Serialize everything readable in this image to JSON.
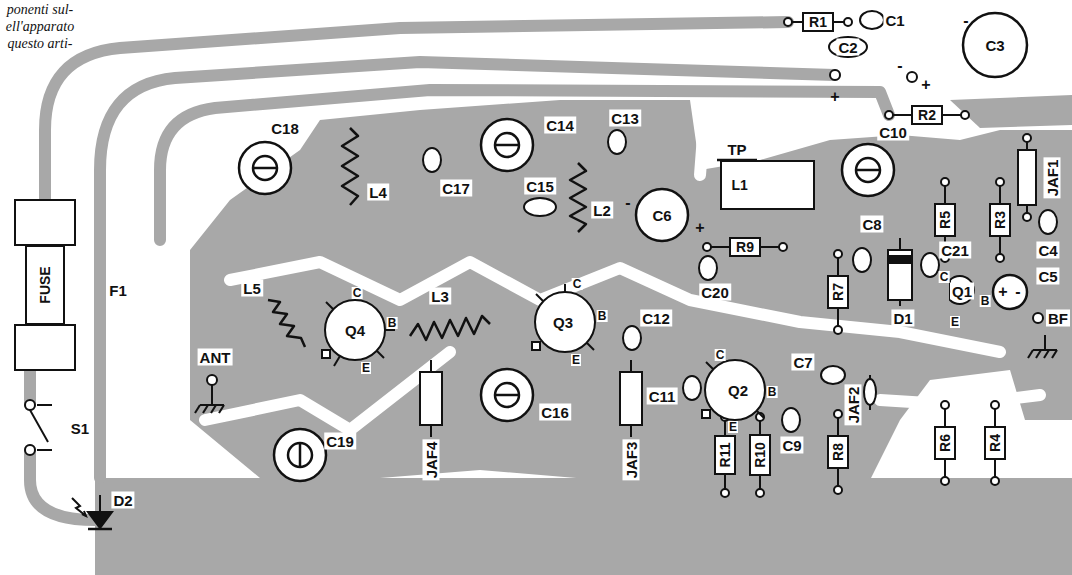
{
  "diagram": {
    "nodes": [
      {
        "text": [
          "R1"
        ]
      },
      {
        "text": [
          "R2"
        ]
      },
      {
        "text": [
          "L1"
        ]
      },
      {
        "text": [
          "R9"
        ]
      },
      {
        "text": [
          "R5"
        ]
      },
      {
        "text": [
          "R3"
        ]
      },
      {
        "text": [
          "R7"
        ]
      },
      {
        "text": [
          "FUSE"
        ]
      },
      {
        "text": [
          "R11"
        ]
      },
      {
        "text": [
          "R10"
        ]
      },
      {
        "text": [
          "R8"
        ]
      },
      {
        "text": [
          "R6"
        ]
      },
      {
        "text": [
          "R4"
        ]
      }
    ],
    "labels": [
      "ponenti sul-",
      "ell'apparato",
      "questo arti-",
      "C1",
      "C2",
      "C3",
      "-",
      "+",
      "-",
      "+",
      "TP",
      "C18",
      "C14",
      "L4",
      "C17",
      "C13",
      "L2",
      "C10",
      "JAF1",
      "C15",
      "C6",
      "-",
      "+",
      "C8",
      "C4",
      "C21",
      "D1",
      "C",
      "Q1",
      "B",
      "E",
      "C5",
      "+",
      "-",
      "BF",
      "L5",
      "L3",
      "C",
      "Q4",
      "B",
      "E",
      "C",
      "Q3",
      "B",
      "E",
      "C12",
      "C20",
      "C",
      "Q2",
      "B",
      "E",
      "C7",
      "C11",
      "C16",
      "C9",
      "JAF2",
      "ANT",
      "C19",
      "JAF4",
      "JAF3",
      "F1",
      "S1",
      "D2"
    ]
  }
}
